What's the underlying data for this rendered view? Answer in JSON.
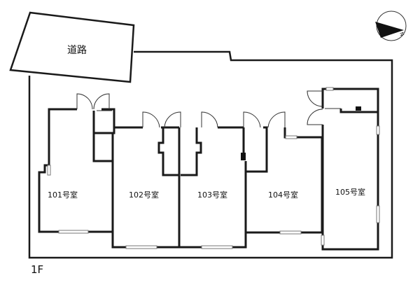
{
  "road_label": "道路",
  "floor_label": "1F",
  "compass_label": "N",
  "rooms": [
    {
      "label": "101号室"
    },
    {
      "label": "102号室"
    },
    {
      "label": "103号室"
    },
    {
      "label": "104号室"
    },
    {
      "label": "105号室"
    }
  ],
  "colors": {
    "wall": "#1a1a1a",
    "thin": "#333333",
    "window": "#9a9a9a",
    "paper": "#ffffff"
  },
  "icons": [
    "compass-icon",
    "door-swing-icon",
    "window-icon"
  ]
}
